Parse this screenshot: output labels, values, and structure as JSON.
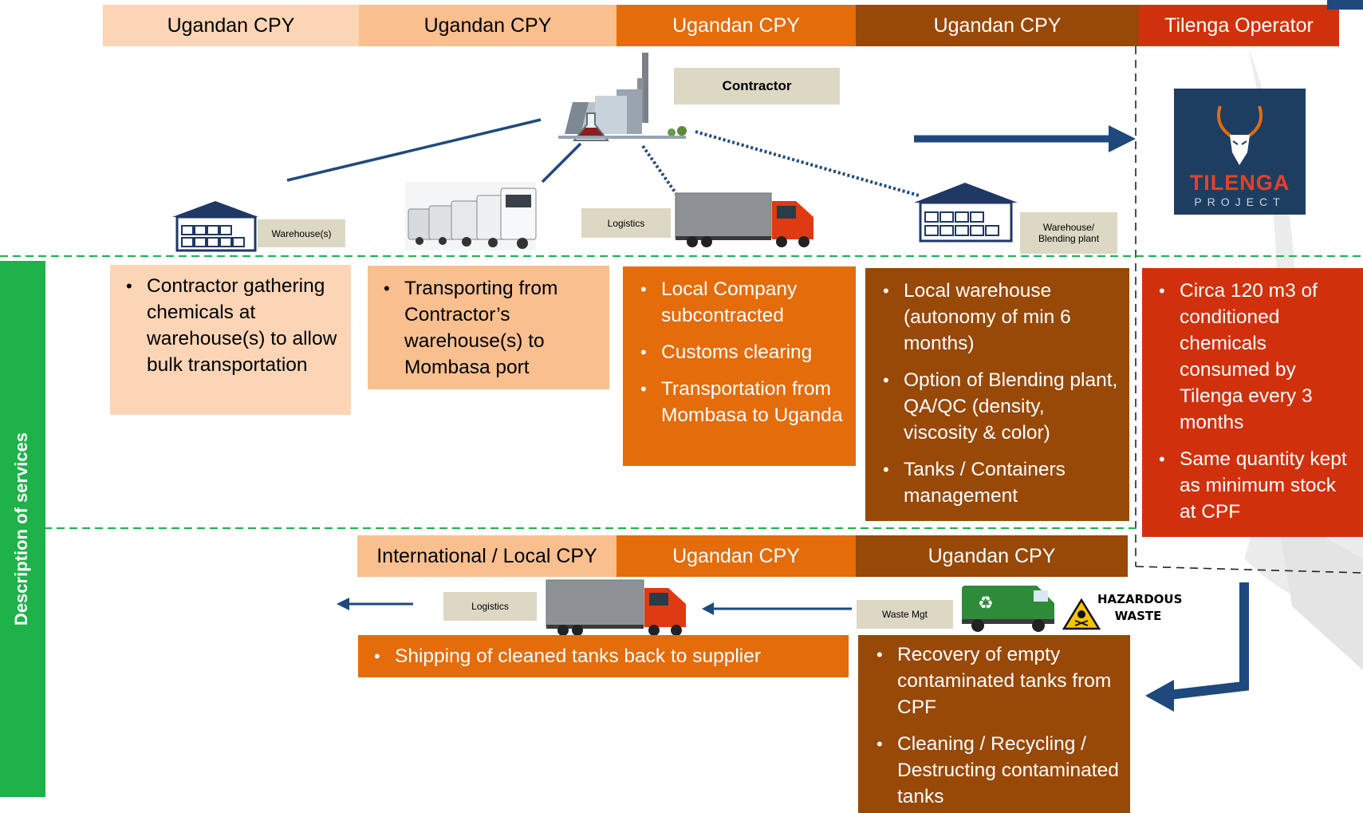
{
  "header": {
    "cols": [
      "Ugandan CPY",
      "Ugandan CPY",
      "Ugandan CPY",
      "Ugandan CPY"
    ],
    "operator": "Tilenga Operator"
  },
  "contractor_label": "Contractor",
  "labels": {
    "warehouse": "Warehouse(s)",
    "logistics": "Logistics",
    "warehouse_blending_1": "Warehouse/",
    "warehouse_blending_2": "Blending plant",
    "logistics_return": "Logistics",
    "waste_mgt": "Waste Mgt"
  },
  "logo": {
    "line1": "TILENGA",
    "line2": "PROJECT"
  },
  "side_label": "Description of services",
  "boxes": {
    "b1": [
      "Contractor gathering chemicals at warehouse(s) to allow bulk transportation"
    ],
    "b2": [
      "Transporting from Contractor’s warehouse(s) to Mombasa port"
    ],
    "b3": [
      "Local Company subcontracted",
      "Customs clearing",
      "Transportation from Mombasa to Uganda"
    ],
    "b4": [
      "Local warehouse (autonomy of min 6 months)",
      "Option of Blending plant, QA/QC (density, viscosity & color)",
      "Tanks / Containers management"
    ],
    "b5": [
      "Circa 120 m3 of conditioned chemicals consumed by Tilenga every 3 months",
      "Same quantity kept as minimum stock at CPF"
    ]
  },
  "bottom_header": [
    "International / Local CPY",
    "Ugandan CPY",
    "Ugandan CPY"
  ],
  "shipping": "Shipping of cleaned tanks back to supplier",
  "recovery": [
    "Recovery of empty contaminated tanks from CPF",
    "Cleaning / Recycling / Destructing contaminated tanks"
  ],
  "hazard": {
    "line1": "HAZARDOUS",
    "line2": "WASTE"
  },
  "colors": {
    "peach_light": "#fbd5b5",
    "peach": "#f9bf8f",
    "orange": "#e46c0a",
    "brown": "#984807",
    "red": "#d0310c",
    "green": "#1fb14a",
    "navy": "#1f497d"
  }
}
